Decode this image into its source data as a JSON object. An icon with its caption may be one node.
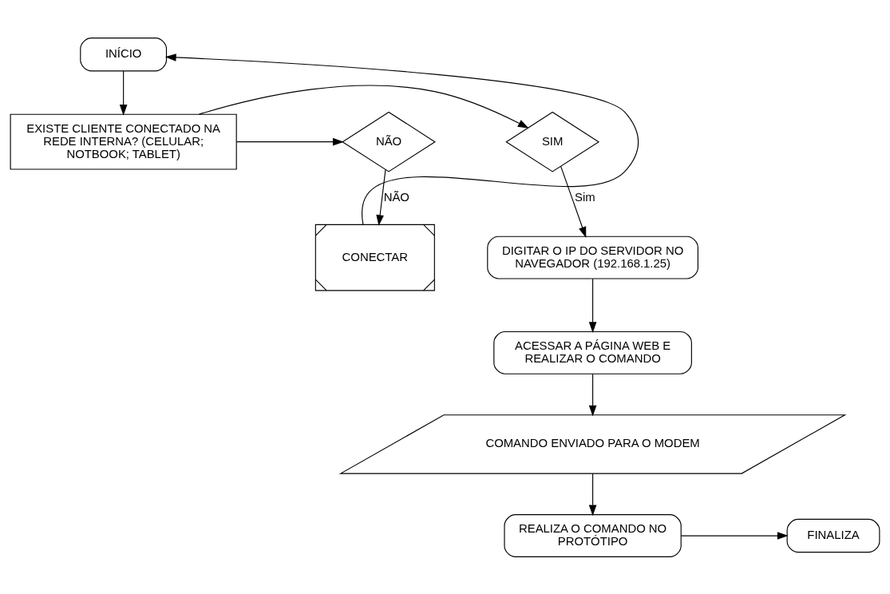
{
  "diagram": {
    "nodes": [
      {
        "text": [
          "INÍCIO"
        ]
      },
      {
        "text": [
          "EXISTE CLIENTE CONECTADO NA REDE INTERNA? (CELULAR; NOTBOOK; TABLET)"
        ]
      },
      {
        "text": [
          "SIM"
        ]
      },
      {
        "text": [
          "NÃO"
        ]
      },
      {
        "text": [
          "DIGITAR O IP DO SERVIDOR NO NAVEGADOR (192.168.1.25)"
        ]
      },
      {
        "text": [
          "CONECTAR"
        ]
      },
      {
        "text": [
          "ACESSAR A PÁGINA WEB E REALIZAR O COMANDO"
        ]
      },
      {
        "text": [
          "COMANDO ENVIADO PARA O MODEM"
        ]
      },
      {
        "text": [
          "REALIZA O COMANDO NO PROTÓTIPO"
        ]
      },
      {
        "text": [
          "FINALIZA"
        ]
      }
    ],
    "edges": [
      {
        "from": 0,
        "to": 1,
        "arrow": "to"
      },
      {
        "from": 1,
        "to": 2,
        "arrow": "to"
      },
      {
        "from": 1,
        "to": 3,
        "arrow": "to"
      },
      {
        "from": 2,
        "to": 4,
        "arrow": "to",
        "label": "Sim"
      },
      {
        "from": 3,
        "to": 5,
        "arrow": "to",
        "label": "NÃO"
      },
      {
        "from": 5,
        "to": 0,
        "arrow": "to"
      },
      {
        "from": 4,
        "to": 6,
        "arrow": "to"
      },
      {
        "from": 6,
        "to": 7,
        "arrow": "to"
      },
      {
        "from": 7,
        "to": 8,
        "arrow": "to"
      },
      {
        "from": 8,
        "to": 9,
        "arrow": "to"
      }
    ]
  }
}
